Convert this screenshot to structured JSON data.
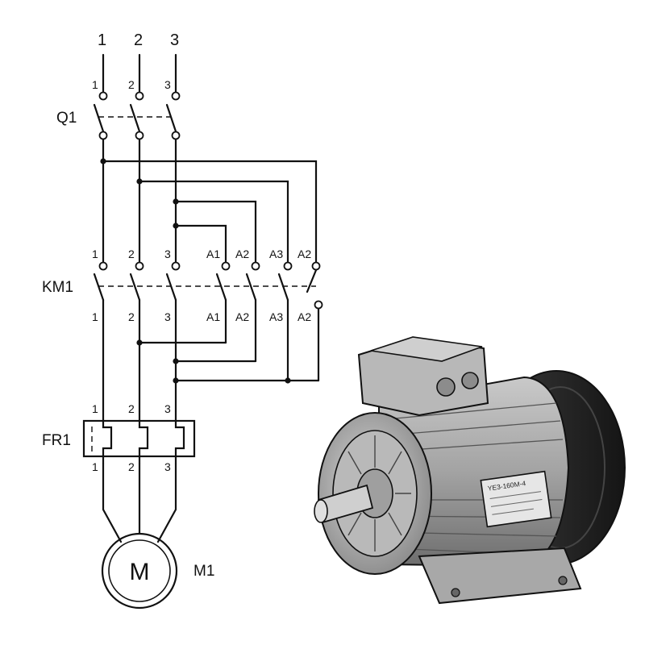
{
  "phases": [
    "1",
    "2",
    "3"
  ],
  "q1": {
    "label": "Q1",
    "top_terminals": [
      "1",
      "2",
      "3"
    ]
  },
  "km1": {
    "label": "KM1",
    "top_terminals": [
      "1",
      "2",
      "3",
      "A1",
      "A2",
      "A3",
      "A2"
    ],
    "bottom_terminals": [
      "1",
      "2",
      "3",
      "A1",
      "A2",
      "A3",
      "A2"
    ]
  },
  "fr1": {
    "label": "FR1",
    "top_terminals": [
      "1",
      "2",
      "3"
    ],
    "bottom_terminals": [
      "1",
      "2",
      "3"
    ]
  },
  "motor": {
    "symbol": "M",
    "label": "M1",
    "nameplate": "YE3-160M-4"
  },
  "colors": {
    "line": "#111111",
    "motor_body": "#9a9a9a",
    "motor_dark": "#2a2a2a",
    "motor_light": "#d4d4d4"
  }
}
